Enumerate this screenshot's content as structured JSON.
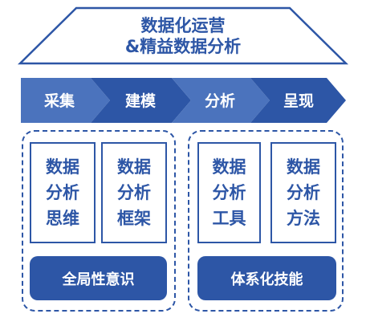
{
  "roof": {
    "line1": "数据化运营",
    "line2": "&精益数据分析"
  },
  "process": {
    "steps": [
      {
        "label": "采集"
      },
      {
        "label": "建模"
      },
      {
        "label": "分析"
      },
      {
        "label": "呈现"
      }
    ]
  },
  "left_pillar": {
    "cards": [
      {
        "lines": [
          "数据",
          "分析",
          "思维"
        ]
      },
      {
        "lines": [
          "数据",
          "分析",
          "框架"
        ]
      }
    ],
    "foundation": "全局性意识"
  },
  "right_pillar": {
    "cards": [
      {
        "lines": [
          "数据",
          "分析",
          "工具"
        ]
      },
      {
        "lines": [
          "数据",
          "分析",
          "方法"
        ]
      }
    ],
    "foundation": "体系化技能"
  },
  "colors": {
    "primary": "#2d56a6",
    "chevron_light": "#4b73bd",
    "chevron_dark": "#2d56a6",
    "background": "#ffffff"
  }
}
